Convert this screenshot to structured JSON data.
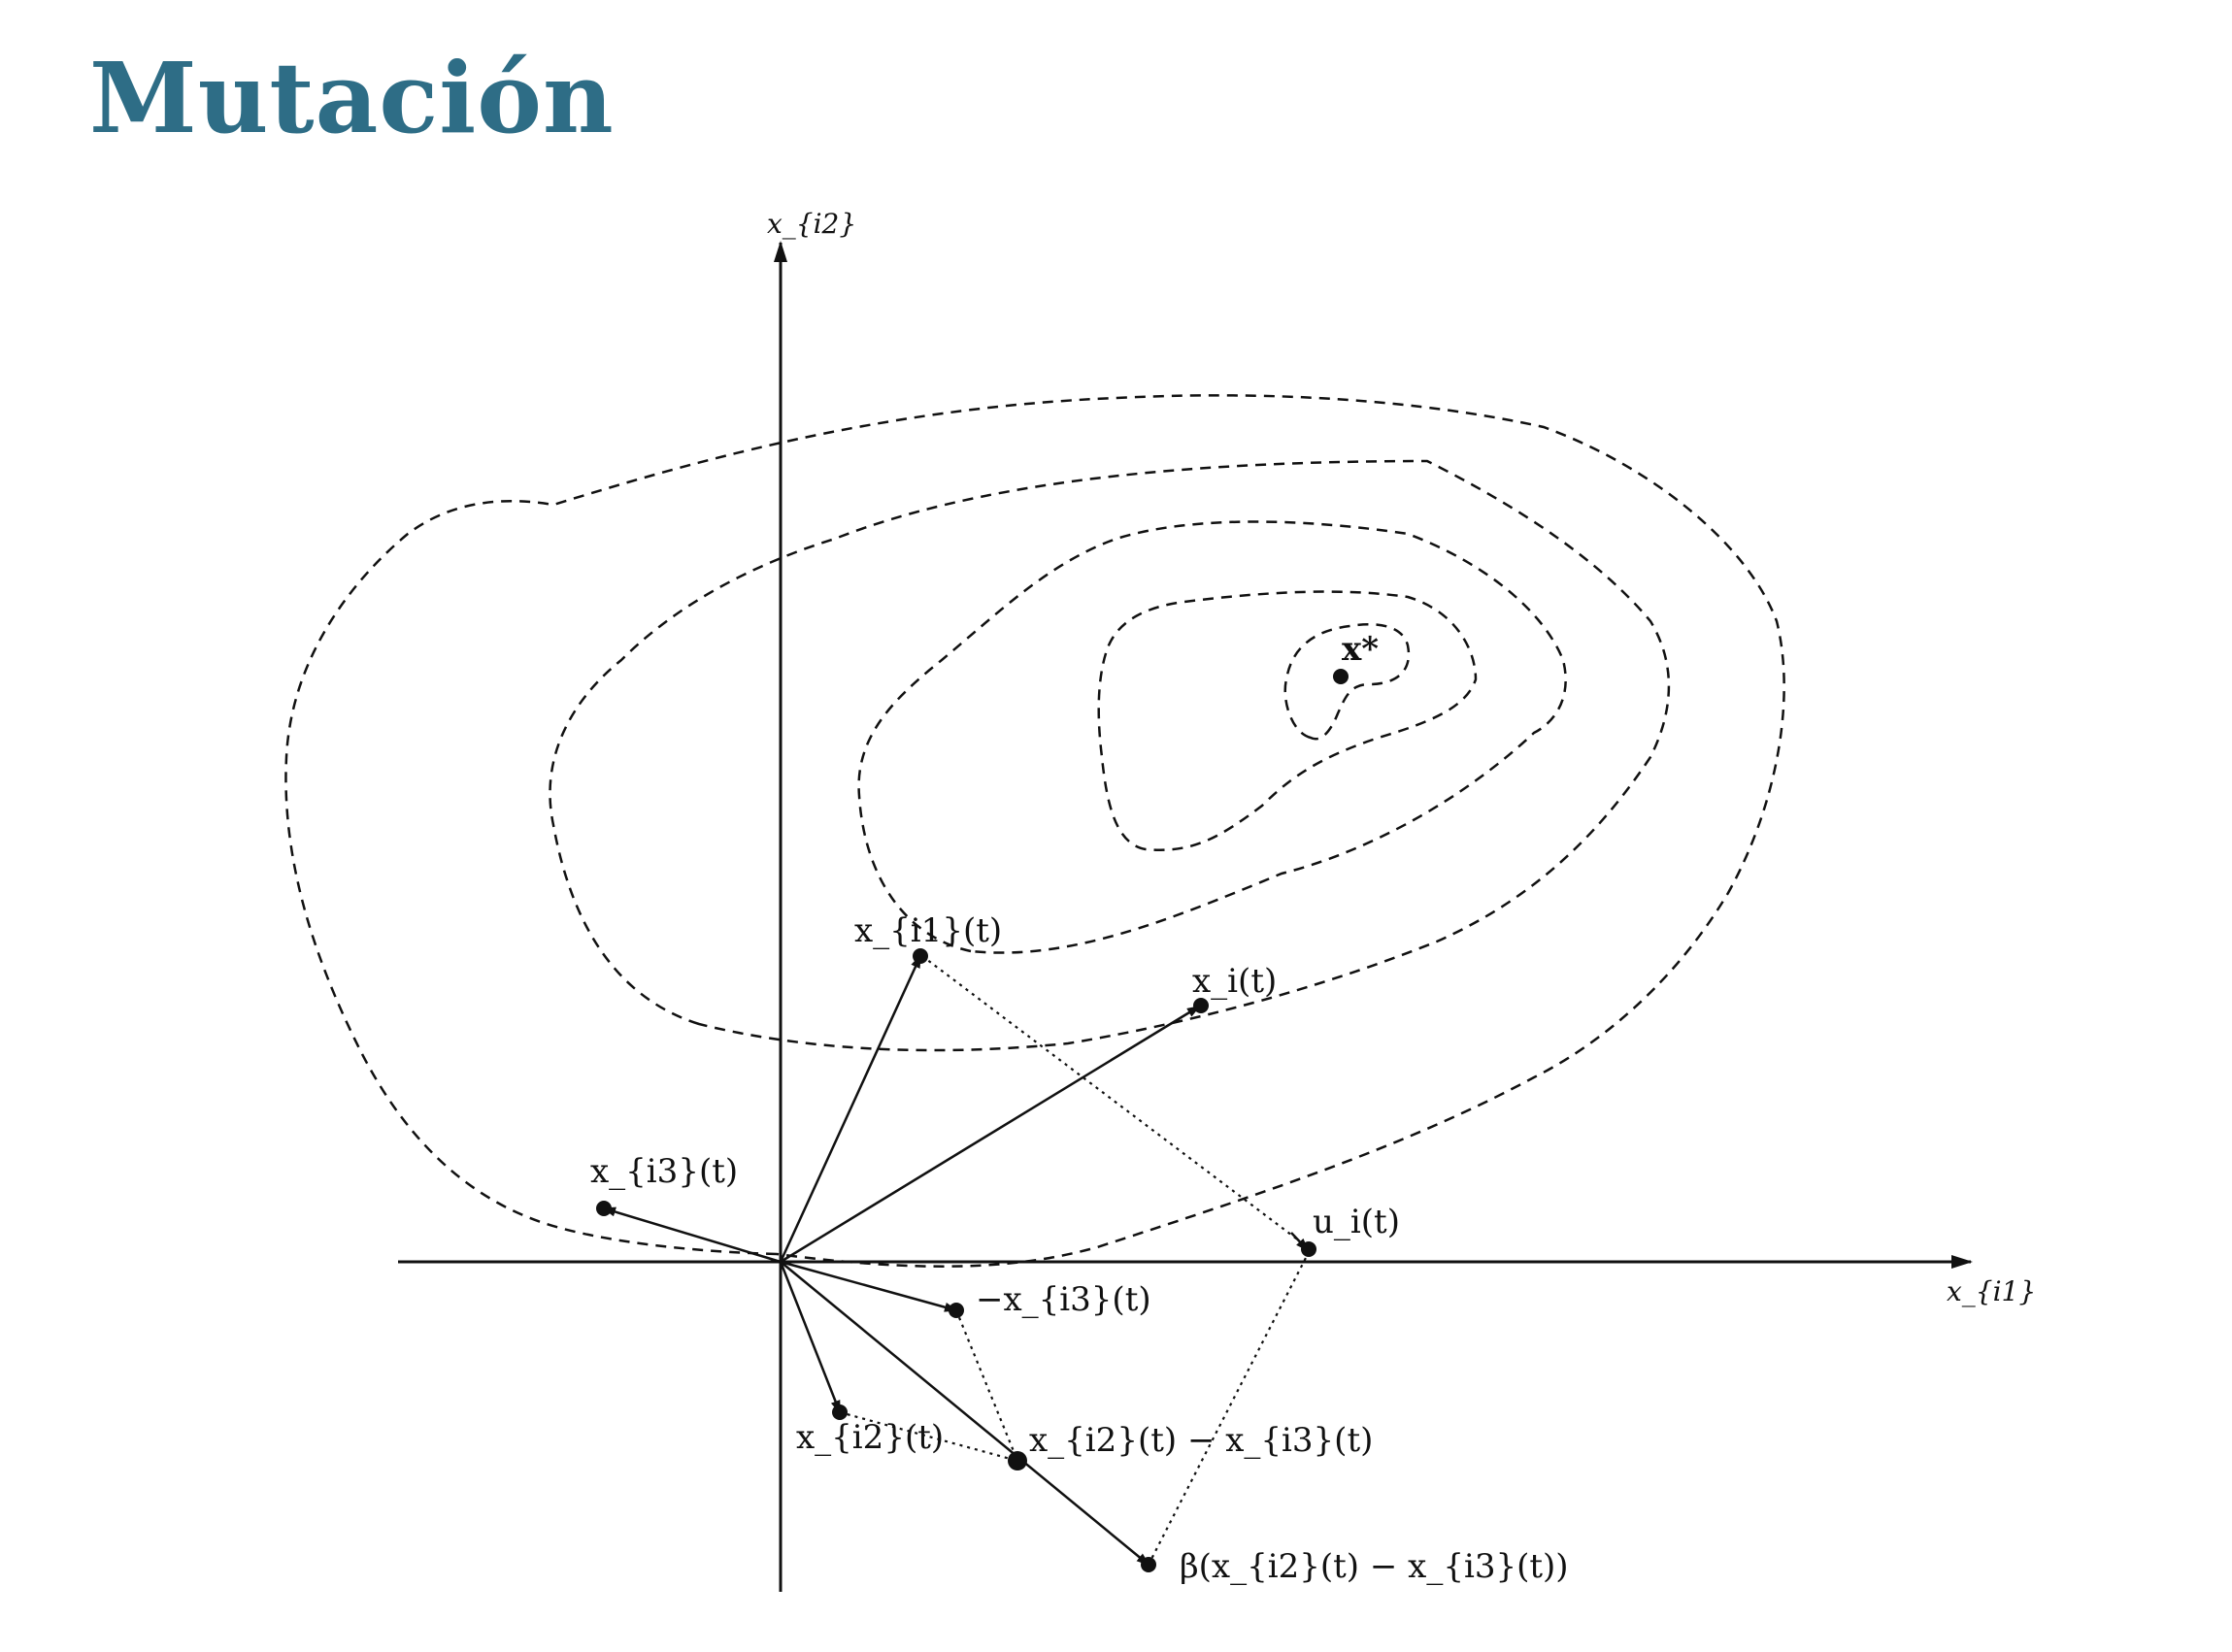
{
  "slide": {
    "title": "Mutación"
  },
  "diagram": {
    "axes": {
      "x_label": "x_{i1}",
      "y_label": "x_{i2}"
    },
    "points": {
      "optimum": "x*",
      "xi1": "x_{i1}(t)",
      "xi": "x_i(t)",
      "xi3": "x_{i3}(t)",
      "ui": "u_i(t)",
      "neg_xi3": "−x_{i3}(t)",
      "xi2": "x_{i2}(t)",
      "diff": "x_{i2}(t) − x_{i3}(t)",
      "beta_diff": "β(x_{i2}(t) − x_{i3}(t))"
    },
    "style": {
      "title_color": "#2e6d86",
      "ink_color": "#111111"
    }
  }
}
